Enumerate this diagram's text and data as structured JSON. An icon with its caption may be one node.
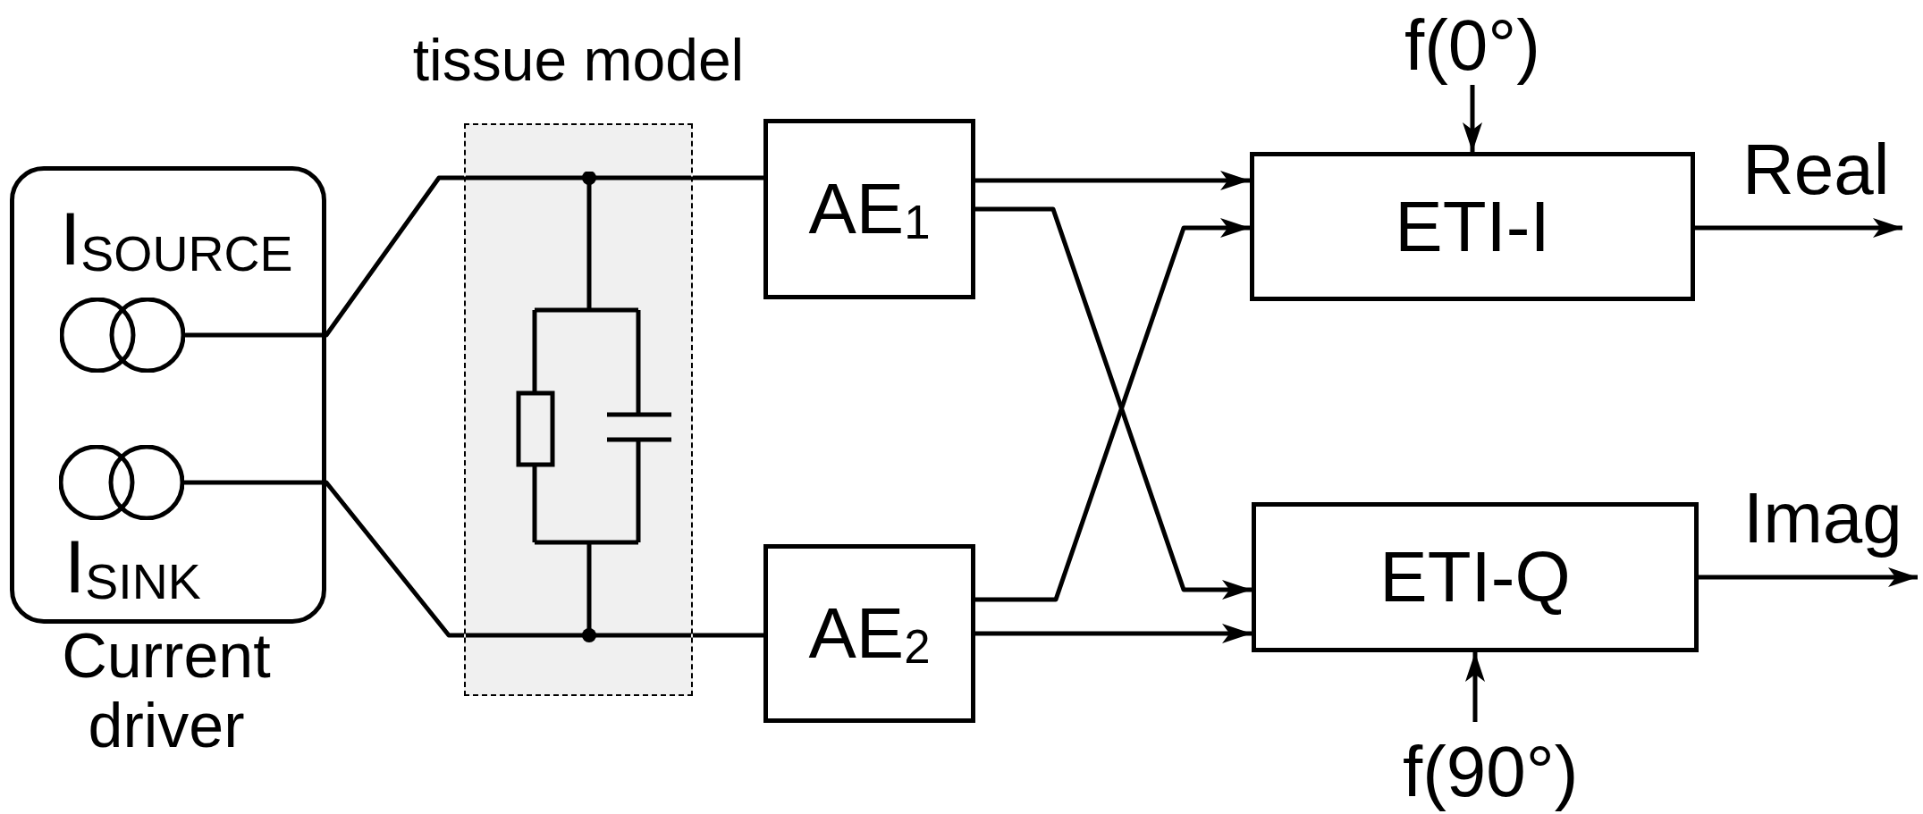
{
  "diagram": {
    "nodes": [
      {
        "text": [
          "Current driver"
        ]
      },
      {
        "text": [],
        "shape": "circle",
        "in": 0,
        "beside": [
          "I$_{SOURCE}$"
        ]
      },
      {
        "text": [],
        "shape": "circle",
        "in": 0,
        "beside": [
          "I$_{SINK}$"
        ]
      },
      {
        "text": [
          "tissue model"
        ]
      },
      {
        "text": [
          "AE$_{1}$"
        ]
      },
      {
        "text": [
          "AE$_{2}$"
        ]
      },
      {
        "text": [
          "ETI-I"
        ]
      },
      {
        "text": [
          "ETI-Q"
        ]
      },
      {
        "text": [
          "f(0°)"
        ]
      },
      {
        "text": [
          "f(90°)"
        ]
      }
    ],
    "edges": [
      {
        "from": 1,
        "to": 3,
        "arrow": "none"
      },
      {
        "from": 2,
        "to": 3,
        "arrow": "none"
      },
      {
        "from": 3,
        "to": 4,
        "arrow": "none"
      },
      {
        "from": 3,
        "to": 5,
        "arrow": "none"
      },
      {
        "from": 4,
        "to": 6,
        "arrow": "to"
      },
      {
        "from": 4,
        "to": 7,
        "arrow": "to"
      },
      {
        "from": 5,
        "to": 6,
        "arrow": "to"
      },
      {
        "from": 5,
        "to": 7,
        "arrow": "to"
      },
      {
        "from": 8,
        "to": 6,
        "arrow": "to"
      },
      {
        "from": 9,
        "to": 7,
        "arrow": "to"
      },
      {
        "from": 6,
        "to": null,
        "arrow": "to",
        "label": "Real"
      },
      {
        "from": 7,
        "to": null,
        "arrow": "to",
        "label": "Imag"
      }
    ]
  }
}
